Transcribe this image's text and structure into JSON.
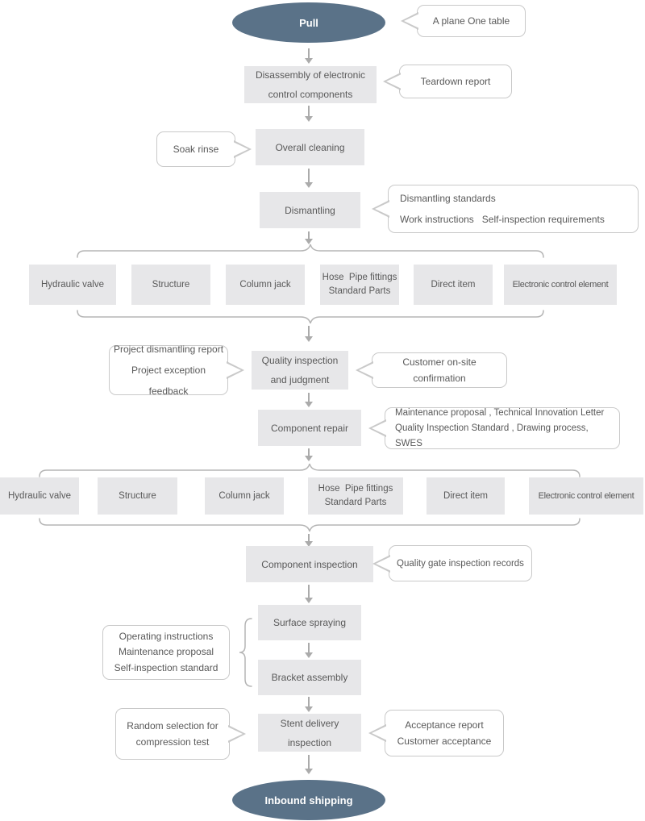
{
  "colors": {
    "terminator_fill": "#5a7288",
    "terminator_text": "#ffffff",
    "process_fill": "#e7e7e9",
    "text": "#595959",
    "callout_border": "#c9c9c9",
    "connector": "#ababab"
  },
  "nodes": {
    "pull": "Pull",
    "disassembly": "Disassembly of electronic\ncontrol components",
    "overall_cleaning": "Overall cleaning",
    "dismantling": "Dismantling",
    "quality_inspection": "Quality inspection\nand judgment",
    "component_repair": "Component repair",
    "component_inspection": "Component inspection",
    "surface_spraying": "Surface spraying",
    "bracket_assembly": "Bracket assembly",
    "stent_delivery": "Stent delivery\ninspection",
    "inbound_shipping": "Inbound shipping"
  },
  "branch_items": [
    "Hydraulic valve",
    "Structure",
    "Column jack",
    "Hose  Pipe fittings\nStandard Parts",
    "Direct item",
    "Electronic control element"
  ],
  "callouts": {
    "plane_table": "A plane One table",
    "teardown": "Teardown report",
    "soak_rinse": "Soak rinse",
    "dismantling_docs": "Dismantling standards\nWork instructions   Self-inspection requirements",
    "project_docs": "Project dismantling report\nProject exception feedback",
    "customer_confirmation": "Customer on-site confirmation",
    "repair_docs": "Maintenance proposal , Technical Innovation Letter\nQuality Inspection Standard , Drawing process, SWES",
    "quality_gate": "Quality gate inspection records",
    "assembly_docs": "Operating instructions\nMaintenance proposal\nSelf-inspection standard",
    "random_selection": "Random selection for\ncompression test",
    "acceptance": "Acceptance report\nCustomer acceptance"
  }
}
